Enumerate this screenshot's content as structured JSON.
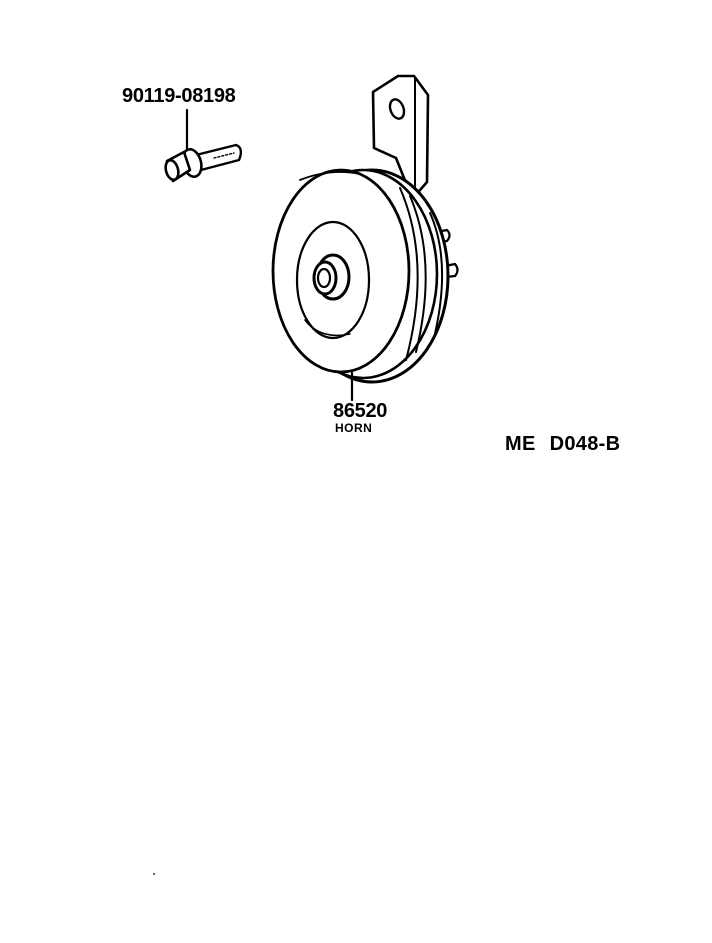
{
  "parts": {
    "bolt": {
      "number": "90119-08198"
    },
    "horn": {
      "number": "86520",
      "name": "HORN"
    }
  },
  "figure": {
    "code_prefix": "ME",
    "code": "D048-B"
  },
  "colors": {
    "ink": "#000000",
    "paper": "#ffffff"
  }
}
